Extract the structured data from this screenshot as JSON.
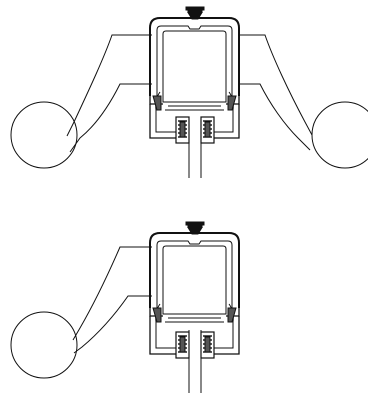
{
  "diagram": {
    "type": "technical cross-section line drawing",
    "views": [
      {
        "variant": "double-sided"
      },
      {
        "variant": "single-sided"
      }
    ]
  },
  "colors": {
    "line": "#111111",
    "background": "#ffffff",
    "fill_dark": "#111111",
    "fill_gray": "#555555"
  }
}
